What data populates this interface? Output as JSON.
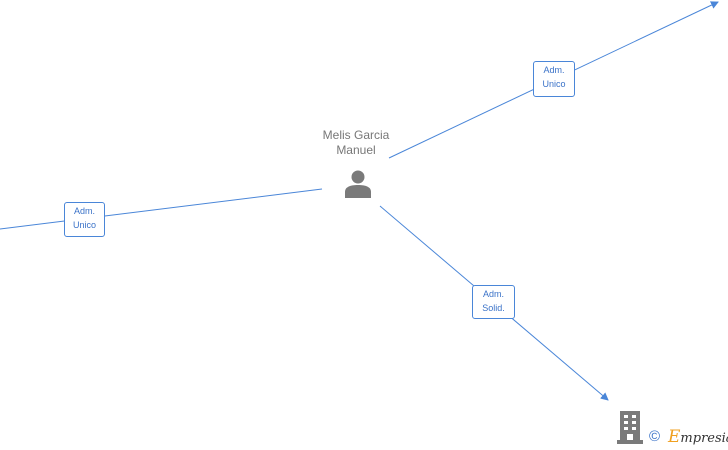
{
  "person": {
    "name_line1": "Melis Garcia",
    "name_line2": "Manuel"
  },
  "edges": [
    {
      "line1": "Adm.",
      "line2": "Unico"
    },
    {
      "line1": "Adm.",
      "line2": "Unico"
    },
    {
      "line1": "Adm.",
      "line2": "Solid."
    }
  ],
  "footer": {
    "copyright_symbol": "©",
    "brand_initial": "E",
    "brand_rest": "mpresia"
  },
  "colors": {
    "edge": "#4a86d8",
    "label_text": "#3a72c8",
    "node_icon": "#7a7a7a",
    "brand_accent": "#f0a020"
  }
}
